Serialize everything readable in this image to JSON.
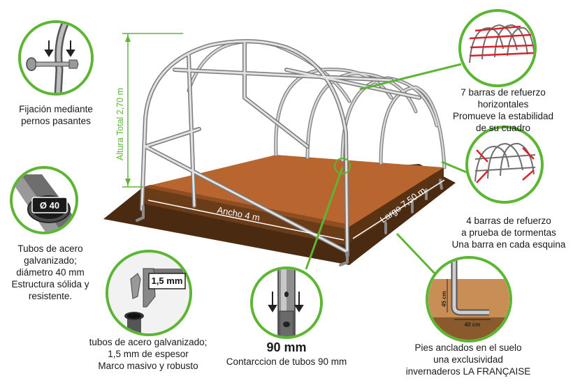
{
  "dimensions": {
    "height_label": "Altura Total 2,70 m",
    "width_label": "Ancho 4 m",
    "length_label": "Largo 7,50 m"
  },
  "callouts": {
    "bolts": {
      "lines": [
        "Fijación mediante",
        "pernos pasantes"
      ]
    },
    "tube40": {
      "badge": "Ø 40",
      "lines": [
        "Tubos de acero",
        "galvanizado;",
        "diámetro 40 mm",
        "Estructura sólida y",
        "resistente."
      ]
    },
    "thickness": {
      "badge": "1,5 mm",
      "lines": [
        "tubos de acero galvanizado;",
        "1,5 mm de espesor",
        "Marco masivo y robusto"
      ]
    },
    "contraction": {
      "title": "90 mm",
      "lines": [
        "Contarccion de tubos 90 mm"
      ]
    },
    "anchors": {
      "dim_h": "45 cm",
      "dim_w": "40 cm",
      "lines": [
        "Pies anclados en el suelo",
        "una exclusividad",
        "invernaderos LA FRANÇAISE"
      ]
    },
    "horizontal_bars": {
      "lines": [
        "7 barras de refuerzo",
        "horizontales",
        "Promueve la estabilidad",
        "de su cuadro"
      ]
    },
    "storm_bars": {
      "lines": [
        "4 barras de refuerzo",
        "a prueba de tormentas",
        "Una barra en cada esquina"
      ]
    }
  },
  "colors": {
    "accent_green": "#5db534",
    "soil": "#b8652f",
    "soil_dark": "#5a3315",
    "frame_grey": "#c9c9c9",
    "frame_edge": "#7a7a7a",
    "reinforcement_red": "#d9232a"
  }
}
